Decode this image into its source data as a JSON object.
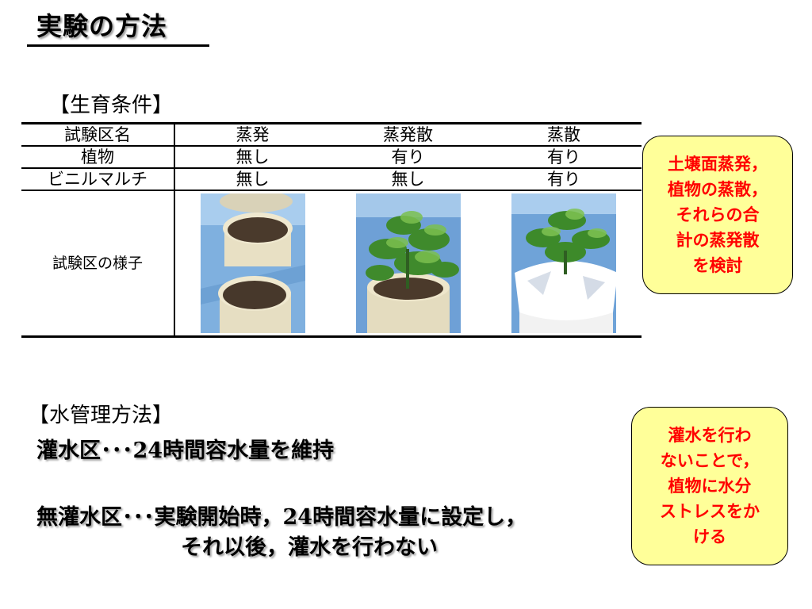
{
  "title": "実験の方法",
  "growth_section_label": "【生育条件】",
  "table": {
    "header": [
      "試験区名",
      "蒸発",
      "蒸発散",
      "蒸散"
    ],
    "rows": [
      [
        "植物",
        "無し",
        "有り",
        "有り"
      ],
      [
        "ビニルマルチ",
        "無し",
        "無し",
        "有り"
      ]
    ],
    "photo_row_label": "試験区の様子",
    "photos": [
      "soil-pots-photo",
      "plant-pot-photo",
      "mulched-plant-pot-photo"
    ]
  },
  "callouts": [
    "土壌面蒸発，\n植物の蒸散，\nそれらの合\n計の蒸発散\nを検討",
    "灌水を行わ\nないことで，\n植物に水分\nストレスをか\nける"
  ],
  "water_section_label": "【水管理方法】",
  "water": {
    "line1_prefix": "灌水区･･･",
    "line1_num": "24",
    "line1_suffix": "時間容水量を維持",
    "line2_prefix": "無灌水区･･･実験開始時，",
    "line2_num": "24",
    "line2_suffix": "時間容水量に設定し，",
    "line3": "それ以後，灌水を行わない"
  },
  "colors": {
    "callout_bg": "#ffff99",
    "callout_text": "#ff0000",
    "photo_background_blue": "#6fa3d8"
  }
}
